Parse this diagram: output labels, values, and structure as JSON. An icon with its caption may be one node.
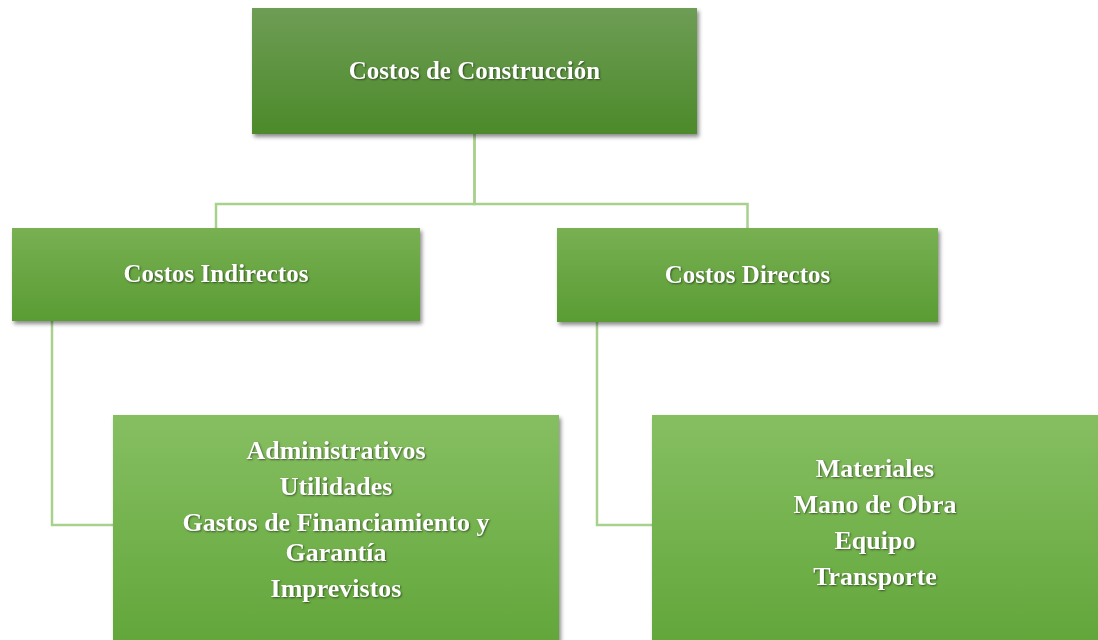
{
  "diagram": {
    "nodes": [
      {
        "text": [
          "Costos de Construcción"
        ]
      },
      {
        "text": [
          "Costos Indirectos"
        ]
      },
      {
        "text": [
          "Costos Directos"
        ]
      },
      {
        "text": [
          "Administrativos",
          "Utilidades",
          "Gastos de Financiamiento y Garantía",
          "Imprevistos"
        ]
      },
      {
        "text": [
          "Materiales",
          "Mano de Obra",
          "Equipo",
          "Transporte"
        ]
      }
    ],
    "edges": [
      {
        "from": 0,
        "to": 1,
        "arrow": "none"
      },
      {
        "from": 0,
        "to": 2,
        "arrow": "none"
      },
      {
        "from": 1,
        "to": 3,
        "arrow": "none"
      },
      {
        "from": 2,
        "to": 4,
        "arrow": "none"
      }
    ]
  }
}
